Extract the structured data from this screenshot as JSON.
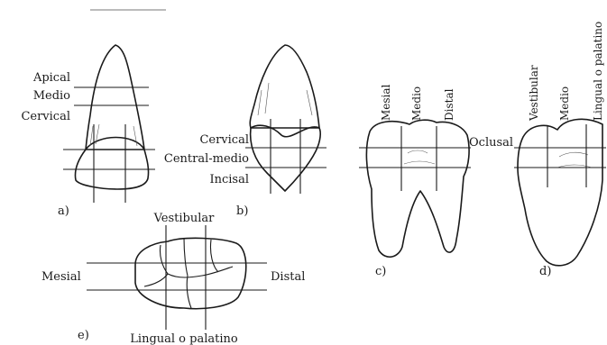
{
  "figure_a": {
    "caption": "a)",
    "zones": [
      "Apical",
      "Medio",
      "Cervical"
    ]
  },
  "figure_b": {
    "caption": "b)",
    "zones": [
      "Cervical",
      "Central-medio",
      "Incisal"
    ]
  },
  "figure_c": {
    "caption": "c)",
    "zones": [
      "Mesial",
      "Medio",
      "Distal"
    ],
    "crown_label": "Oclusal"
  },
  "figure_d": {
    "caption": "d)",
    "zones": [
      "Vestibular",
      "Medio",
      "Lingual o palatino"
    ]
  },
  "figure_e": {
    "caption": "e)",
    "top": "Vestibular",
    "bottom": "Lingual o palatino",
    "left": "Mesial",
    "right": "Distal"
  }
}
